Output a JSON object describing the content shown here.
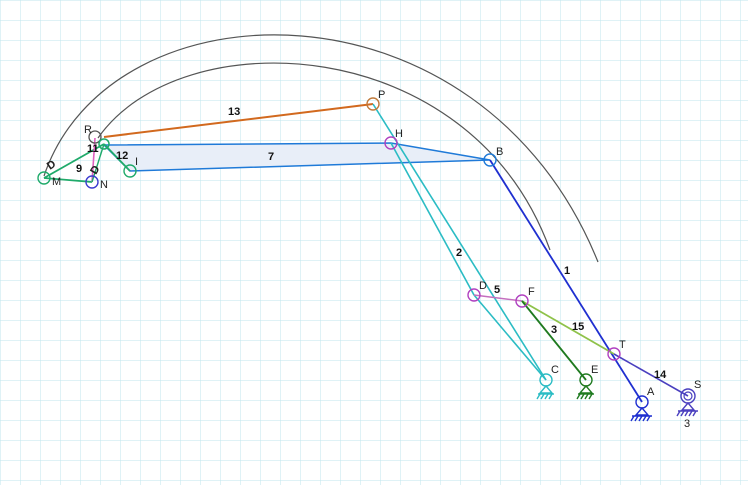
{
  "colors": {
    "grid": "#9fd8e4",
    "arc": "#555555",
    "link_13": "#d2691e",
    "link_7": "#1f7ad8",
    "link_2": "#2bbcc4",
    "link_1": "#1f2fd0",
    "link_5": "#c46fbf",
    "link_15": "#8fc24a",
    "link_3": "#1f7a1f",
    "link_14": "#4a3fbf",
    "link_9": "#1faa6a",
    "link_11": "#e060c0"
  },
  "joints": {
    "R": "R",
    "P": "P",
    "H": "H",
    "B": "B",
    "I": "I",
    "M": "M",
    "N": "N",
    "D": "D",
    "F": "F",
    "C": "C",
    "E": "E",
    "T": "T",
    "A": "A",
    "S": "S"
  },
  "links": {
    "l13": "13",
    "l7": "7",
    "l11": "11",
    "l12": "12",
    "l9": "9",
    "l2": "2",
    "l1": "1",
    "l5": "5",
    "l15": "15",
    "l3": "3",
    "l14": "14",
    "s3": "3"
  },
  "slider_marks": {
    "m1": "D",
    "m2": "D"
  }
}
